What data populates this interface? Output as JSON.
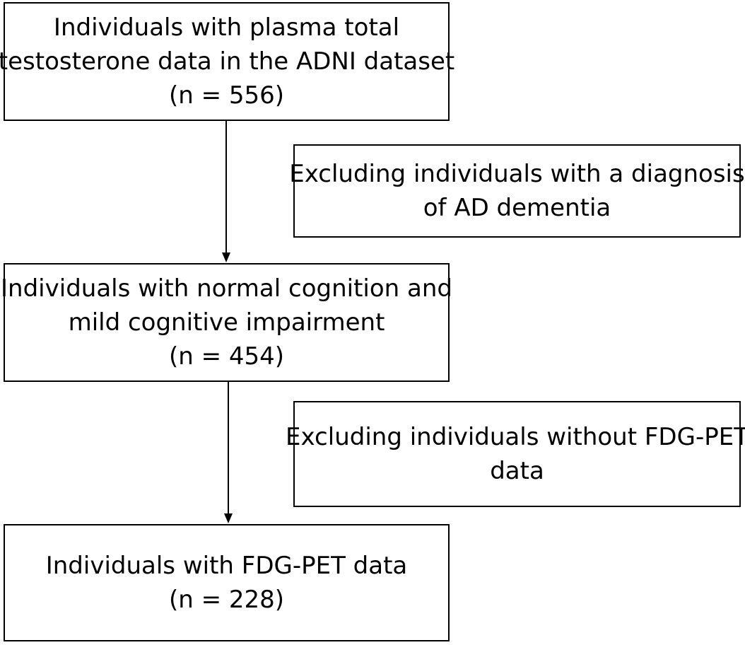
{
  "flowchart": {
    "start_box": {
      "line1": "Individuals with plasma total",
      "line2": "testosterone data in the ADNI dataset",
      "line3": "(n = 556)"
    },
    "exclusion_1": {
      "line1": "Excluding individuals with a diagnosis",
      "line2": "of AD dementia"
    },
    "middle_box": {
      "line1": "Individuals with normal cognition and",
      "line2": "mild cognitive impairment",
      "line3": "(n = 454)"
    },
    "exclusion_2": {
      "line1": "Excluding individuals without FDG-PET",
      "line2": "data"
    },
    "final_box": {
      "line1": "Individuals with FDG-PET data",
      "line2": "(n = 228)"
    }
  }
}
